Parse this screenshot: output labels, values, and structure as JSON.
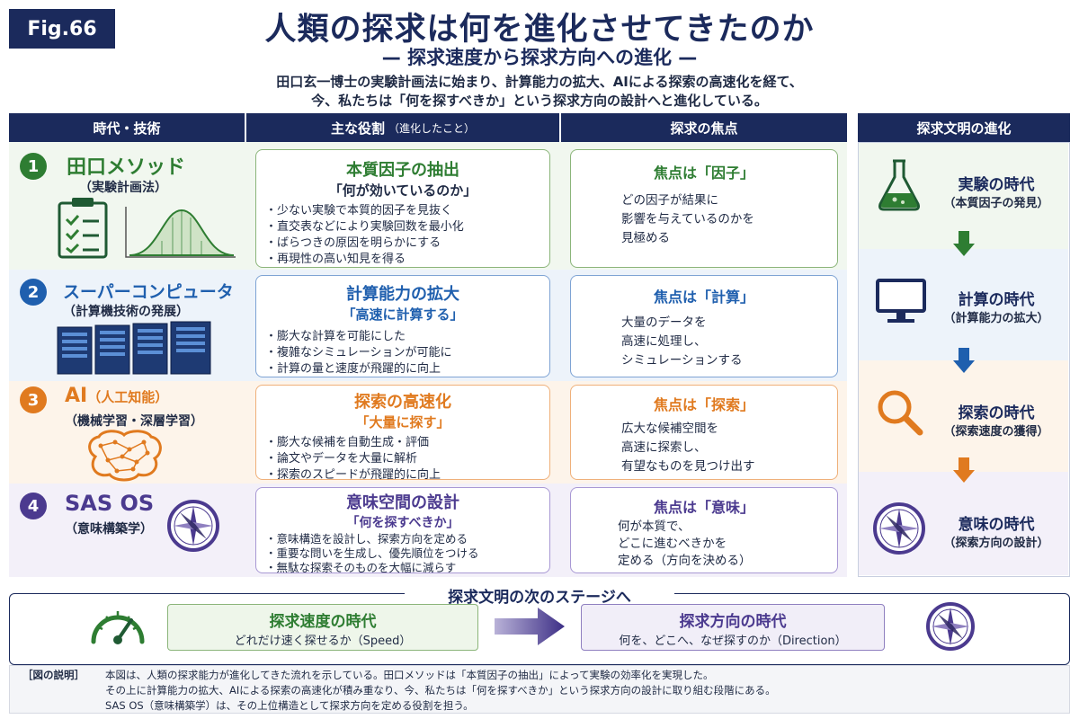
{
  "fig_label": "Fig.66",
  "title": "人類の探求は何を進化させてきたのか",
  "subtitle": "— 探求速度から探求方向への進化 —",
  "intro": [
    "田口玄一博士の実験計画法に始まり、計算能力の拡大、AIによる探索の高速化を経て、",
    "今、私たちは「何を探すべきか」という探求方向の設計へと進化している。"
  ],
  "headers": {
    "era": "時代・技術",
    "role": "主な役割",
    "role_note": "（進化したこと）",
    "focus": "探求の焦点",
    "civ": "探求文明の進化"
  },
  "rows": [
    {
      "num": "1",
      "name": "田口メソッド",
      "sub": "（実験計画法）",
      "role_title": "本質因子の抽出",
      "role_sub": "「何が効いているのか」",
      "bullets": [
        "少ない実験で本質的因子を見抜く",
        "直交表などにより実験回数を最小化",
        "ばらつきの原因を明らかにする",
        "再現性の高い知見を得る"
      ],
      "focus_title": "焦点は「因子」",
      "focus_body": [
        "どの因子が結果に",
        "影響を与えているのかを",
        "見極める"
      ],
      "color": "#2e7d32"
    },
    {
      "num": "2",
      "name": "スーパーコンピュータ",
      "sub": "（計算機技術の発展）",
      "role_title": "計算能力の拡大",
      "role_sub": "「高速に計算する」",
      "bullets": [
        "膨大な計算を可能にした",
        "複雑なシミュレーションが可能に",
        "計算の量と速度が飛躍的に向上"
      ],
      "focus_title": "焦点は「計算」",
      "focus_body": [
        "大量のデータを",
        "高速に処理し、",
        "シミュレーションする"
      ],
      "color": "#1f5fae"
    },
    {
      "num": "3",
      "name": "AI",
      "name_note": "（人工知能）",
      "sub": "（機械学習・深層学習）",
      "role_title": "探索の高速化",
      "role_sub": "「大量に探す」",
      "bullets": [
        "膨大な候補を自動生成・評価",
        "論文やデータを大量に解析",
        "探索のスピードが飛躍的に向上"
      ],
      "focus_title": "焦点は「探索」",
      "focus_body": [
        "広大な候補空間を",
        "高速に探索し、",
        "有望なものを見つけ出す"
      ],
      "color": "#e07a1f"
    },
    {
      "num": "4",
      "name": "SAS OS",
      "sub": "（意味構築学）",
      "role_title": "意味空間の設計",
      "role_sub": "「何を探すべきか」",
      "bullets": [
        "意味構造を設計し、探索方向を定める",
        "重要な問いを生成し、優先順位をつける",
        "無駄な探索そのものを大幅に減らす"
      ],
      "focus_title": "焦点は「意味」",
      "focus_body": [
        "何が本質で、",
        "どこに進むべきかを",
        "定める（方向を決める）"
      ],
      "color": "#4b3a8f"
    }
  ],
  "stages": [
    {
      "name": "実験の時代",
      "sub": "（本質因子の発見）"
    },
    {
      "name": "計算の時代",
      "sub": "（計算能力の拡大）"
    },
    {
      "name": "探索の時代",
      "sub": "（探索速度の獲得）"
    },
    {
      "name": "意味の時代",
      "sub": "（探索方向の設計）"
    }
  ],
  "next_stage": {
    "title": "探求文明の次のステージへ",
    "speed_title": "探求速度の時代",
    "speed_sub": "どれだけ速く探せるか（Speed）",
    "dir_title": "探求方向の時代",
    "dir_sub": "何を、どこへ、なぜ探すのか（Direction）"
  },
  "note": {
    "label": "［図の説明］",
    "lines": [
      "本図は、人類の探求能力が進化してきた流れを示している。田口メソッドは「本質因子の抽出」によって実験の効率化を実現した。",
      "その上に計算能力の拡大、AIによる探索の高速化が積み重なり、今、私たちは「何を探すべきか」という探求方向の設計に取り組む段階にある。",
      "SAS OS（意味構築学）は、その上位構造として探求方向を定める役割を担う。"
    ]
  }
}
